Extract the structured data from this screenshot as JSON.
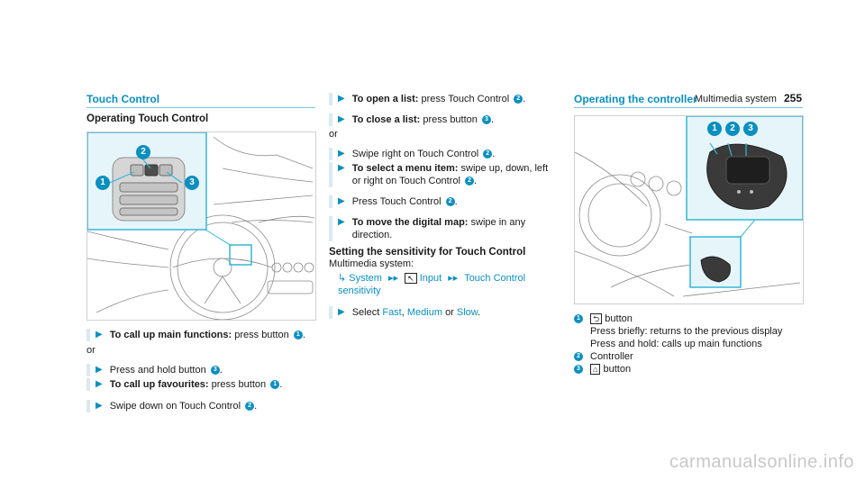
{
  "header": {
    "section": "Multimedia system",
    "page": "255"
  },
  "left": {
    "title": "Touch Control",
    "subtitle": "Operating Touch Control",
    "figure_badges": [
      "1",
      "2",
      "3"
    ],
    "steps": [
      {
        "bold": "To call up main functions:",
        "text": "press button",
        "num": "1",
        "end": "."
      },
      {
        "or": "or"
      },
      {
        "bold": "",
        "text": "Press and hold button",
        "num": "3",
        "end": "."
      },
      {
        "bold": "To call up favourites:",
        "text": "press button",
        "num": "1",
        "end": "."
      },
      {
        "bold": "",
        "text": "Swipe down on Touch Control",
        "num": "2",
        "end": "."
      }
    ]
  },
  "middle": {
    "steps1": [
      {
        "bold": "To open a list:",
        "text": "press Touch Control",
        "num": "2",
        "end": "."
      },
      {
        "bold": "To close a list:",
        "text": "press button",
        "num": "3",
        "end": "."
      }
    ],
    "or": "or",
    "steps2": [
      {
        "bold": "",
        "text": "Swipe right on Touch Control",
        "num": "2",
        "end": "."
      },
      {
        "bold": "To select a menu item:",
        "text": "swipe up, down, left or right on Touch Control",
        "num": "2",
        "end": "."
      },
      {
        "bold": "",
        "text": "Press Touch Control",
        "num": "2",
        "end": "."
      },
      {
        "bold": "To move the digital map:",
        "text": "swipe in any direction.",
        "num": "",
        "end": ""
      }
    ],
    "sensitivity_title": "Setting the sensitivity for Touch Control",
    "sensitivity_intro": "Multimedia system:",
    "path": {
      "system": "System",
      "input": "Input",
      "touch": "Touch Control sensitivity"
    },
    "select": {
      "prefix": "Select",
      "fast": "Fast",
      "medium": "Medium",
      "or": "or",
      "slow": "Slow",
      "end": "."
    }
  },
  "right": {
    "title": "Operating the controller",
    "figure_badges": [
      "1",
      "2",
      "3"
    ],
    "legend": [
      {
        "num": "1",
        "icon": "back-icon",
        "glyph": "⮌",
        "label": "button",
        "lines": [
          "Press briefly: returns to the previous display",
          "Press and hold: calls up main functions"
        ]
      },
      {
        "num": "2",
        "label": "Controller"
      },
      {
        "num": "3",
        "icon": "home-icon",
        "glyph": "⌂",
        "label": "button"
      }
    ]
  },
  "watermark": "carmanualsonline.info",
  "colors": {
    "accent": "#0a8fbf",
    "highlight": "#36b6d6"
  }
}
